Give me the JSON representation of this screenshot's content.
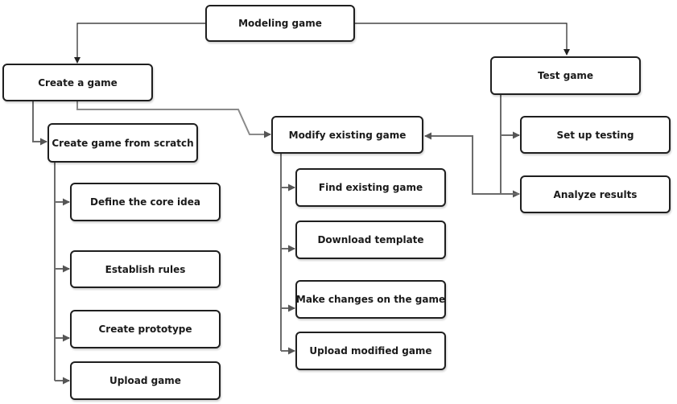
{
  "nodes": {
    "modeling_game": "Modeling game",
    "create_a_game": "Create a game",
    "test_game": "Test game",
    "create_from_scratch": "Create game from scratch",
    "modify_existing": "Modify existing game",
    "set_up_testing": "Set up testing",
    "analyze_results": "Analyze results",
    "define_core_idea": "Define the core idea",
    "establish_rules": "Establish rules",
    "create_prototype": "Create prototype",
    "upload_game": "Upload game",
    "find_existing": "Find existing game",
    "download_template": "Download template",
    "make_changes": "Make changes on the game",
    "upload_modified": "Upload modified game"
  },
  "colors": {
    "dark_connector": "#222222",
    "gray_connector": "#6b6b6b",
    "node_border": "#1f1f1f"
  }
}
